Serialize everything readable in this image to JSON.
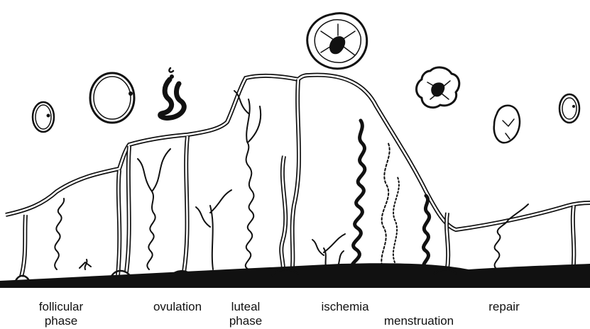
{
  "labels": {
    "follicular": [
      "follicular",
      "phase"
    ],
    "ovulation": "ovulation",
    "luteal": [
      "luteal",
      "phase"
    ],
    "ischemia": "ischemia",
    "menstruation": "menstruation",
    "repair": "repair"
  },
  "colors": {
    "ink": "#111111",
    "background": "#ffffff"
  }
}
